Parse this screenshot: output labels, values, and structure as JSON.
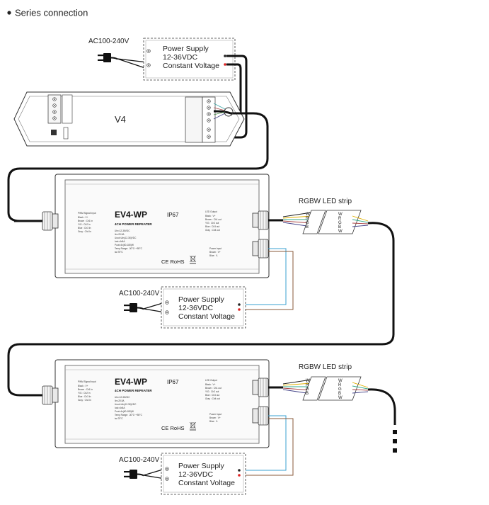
{
  "heading": "Series connection",
  "top": {
    "ac_label": "AC100-240V",
    "psu": {
      "line1": "Power Supply",
      "line2": "12-36VDC",
      "line3": "Constant Voltage"
    },
    "controller": "V4"
  },
  "units": [
    {
      "model": "EV4-WP",
      "ip": "IP67",
      "subtitle": "4CH POWER REPEATER",
      "pwm_title": "PWM Signal Input",
      "pwm_rows": [
        "Black : V+",
        "Brown : Ch1 In",
        "Y/G : Ch2 In",
        "Blue : Ch3 In",
        "Gray : Ch4 In"
      ],
      "led_title": "LED Output",
      "led_rows": [
        "Black : V+",
        "Brown : Ch1 out",
        "Y/G : Ch2 out",
        "Blue : Ch3 out",
        "Gray : Ch4 out"
      ],
      "power_title": "Power Input",
      "power_rows": [
        "Brown : V+",
        "Blue : V-"
      ],
      "specs": [
        "Uin=12-36VDC",
        "Iin=20.5A",
        "Uout=Uin(12-36)VDC",
        "Iout=4x5A",
        "Pout=4x(60-180)W",
        "Temp Range: -30°C~+55°C",
        "ta=75°C"
      ],
      "ce_rohs": "CE RoHS",
      "strip_label": "RGBW LED strip",
      "strip_letters": [
        "W",
        "R",
        "G",
        "B",
        "W"
      ],
      "ac_label": "AC100-240V",
      "psu": {
        "line1": "Power Supply",
        "line2": "12-36VDC",
        "line3": "Constant Voltage"
      }
    },
    {
      "model": "EV4-WP",
      "ip": "IP67",
      "subtitle": "4CH POWER REPEATER",
      "pwm_title": "PWM Signal Input",
      "pwm_rows": [
        "Black : V+",
        "Brown : Ch1 In",
        "Y/G : Ch2 In",
        "Blue : Ch3 In",
        "Gray : Ch4 In"
      ],
      "led_title": "LED Output",
      "led_rows": [
        "Black : V+",
        "Brown : Ch1 out",
        "Y/G : Ch2 out",
        "Blue : Ch3 out",
        "Gray : Ch4 out"
      ],
      "power_title": "Power Input",
      "power_rows": [
        "Brown : V+",
        "Blue : V-"
      ],
      "specs": [
        "Uin=12-36VDC",
        "Iin=20.5A",
        "Uout=Uin(12-36)VDC",
        "Iout=4x5A",
        "Pout=4x(60-180)W",
        "Temp Range: -30°C~+55°C",
        "ta=75°C"
      ],
      "ce_rohs": "CE RoHS",
      "strip_label": "RGBW LED strip",
      "strip_letters": [
        "W",
        "R",
        "G",
        "B",
        "W"
      ],
      "ac_label": "AC100-240V",
      "psu": {
        "line1": "Power Supply",
        "line2": "12-36VDC",
        "line3": "Constant Voltage"
      }
    }
  ]
}
